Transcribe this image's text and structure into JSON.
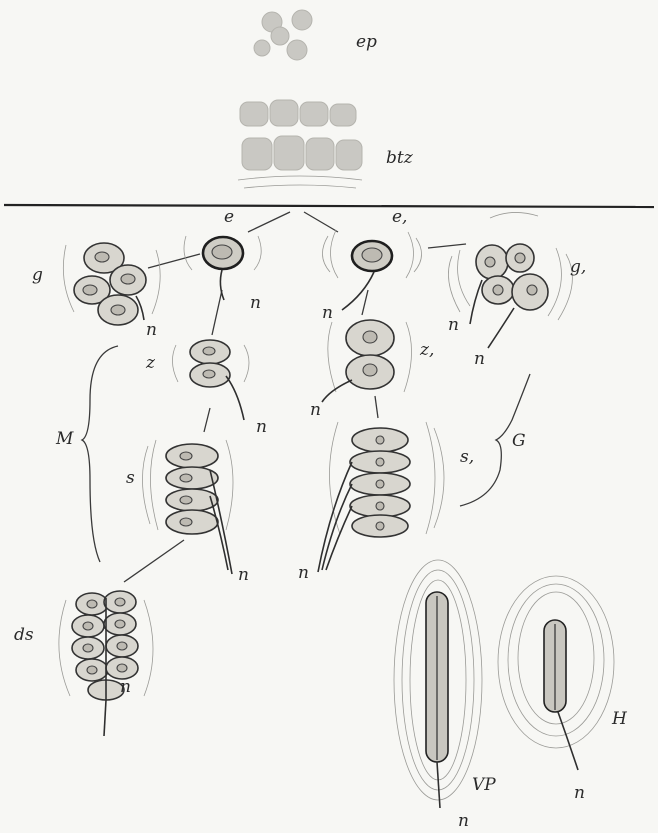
{
  "labels": {
    "ep": "ep",
    "btz": "btz",
    "e": "e",
    "e1": "e,",
    "g": "g",
    "g1": "g,",
    "z": "z",
    "z1": "z,",
    "s": "s",
    "s1": "s,",
    "M": "M",
    "G": "G",
    "ds": "ds",
    "VP": "VP",
    "H": "H",
    "n": "n"
  }
}
